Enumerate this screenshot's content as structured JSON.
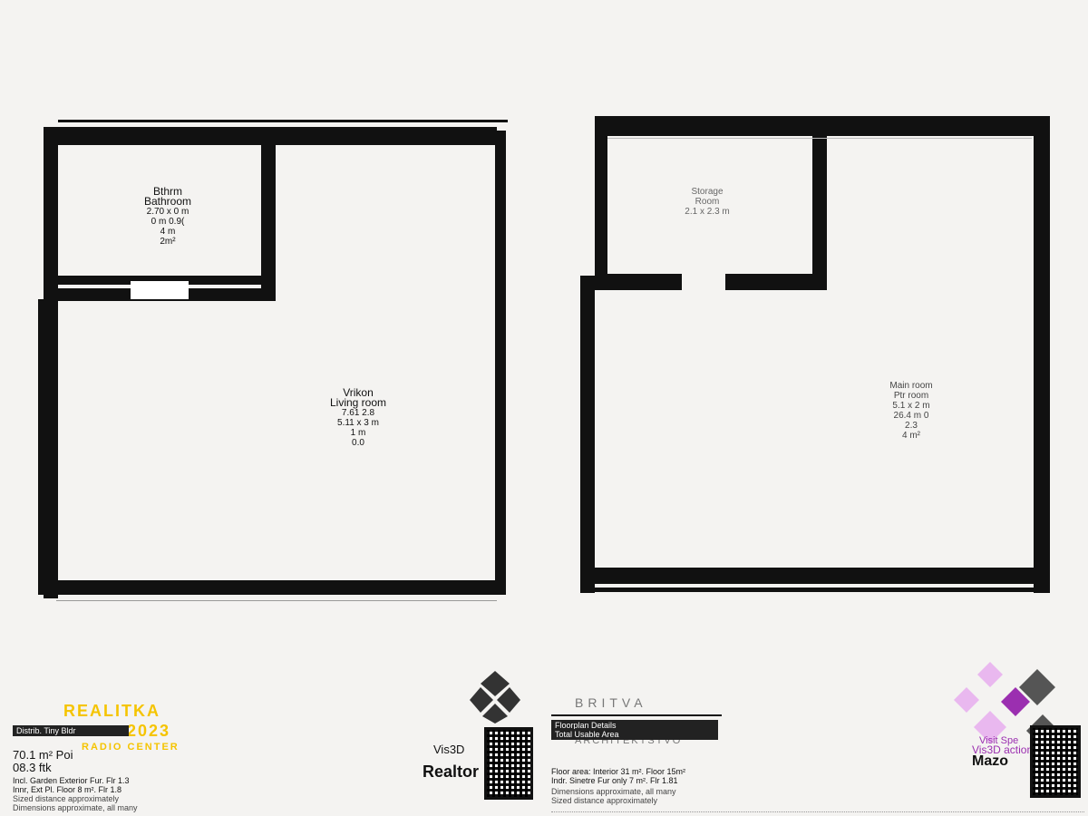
{
  "plan_left": {
    "bathroom": {
      "name_lines": [
        "Bthrm",
        "Bathroom"
      ],
      "dims": [
        "2.70 x 0 m",
        "0 m 0.9(",
        "4 m",
        "2m²"
      ]
    },
    "living": {
      "name_lines": [
        "Vrikon",
        "Living room"
      ],
      "dims": [
        "7.61 2.8",
        "5.11 x 3 m",
        "1 m",
        "0.0"
      ]
    }
  },
  "plan_right": {
    "small_room": {
      "name_lines": [
        "Storage",
        "Room"
      ],
      "dims": [
        "2.1 x 2.3 m"
      ]
    },
    "main_room": {
      "name_lines": [
        "Main room",
        "Ptr room"
      ],
      "dims": [
        "5.1 x 2 m",
        "26.4 m 0",
        "2.3",
        "4 m²"
      ]
    }
  },
  "footer_left": {
    "logo_top": "REALITKA",
    "logo_year": "2023",
    "logo_sub": "RADIO CENTER",
    "banner": "Distrib. Tiny Bldr",
    "area_1": "70.1 m² Poi",
    "area_2": "08.3 ftk",
    "line_1": "Incl. Garden Exterior Fur. Flr 1.3",
    "line_2": "Innr, Ext Pl. Floor 8 m². Flr 1.8",
    "note_1": "Sized distance approximately",
    "note_2": "Dimensions approximate, all many"
  },
  "footer_center": {
    "brand_1": "Vis3D",
    "brand_2": "Realtor",
    "logo_top": "BRITVA",
    "logo_sub": "ARCHITEKTSTVO",
    "banner_1": "Floorplan Details",
    "banner_2": "Total Usable Area",
    "line_1": "Floor area: Interior 31 m². Floor 15m²",
    "line_2": "Indr. Sinetre Fur only 7 m². Flr 1.81",
    "note_1": "Dimensions approximate, all many",
    "note_2": "Sized distance approximately"
  },
  "footer_right": {
    "brand_1": "Visit Spe",
    "brand_2": "Vis3D action",
    "brand_3": "Mazo",
    "colors": {
      "accent": "#9b2fb0",
      "accent_light": "#e9b8ef"
    }
  }
}
